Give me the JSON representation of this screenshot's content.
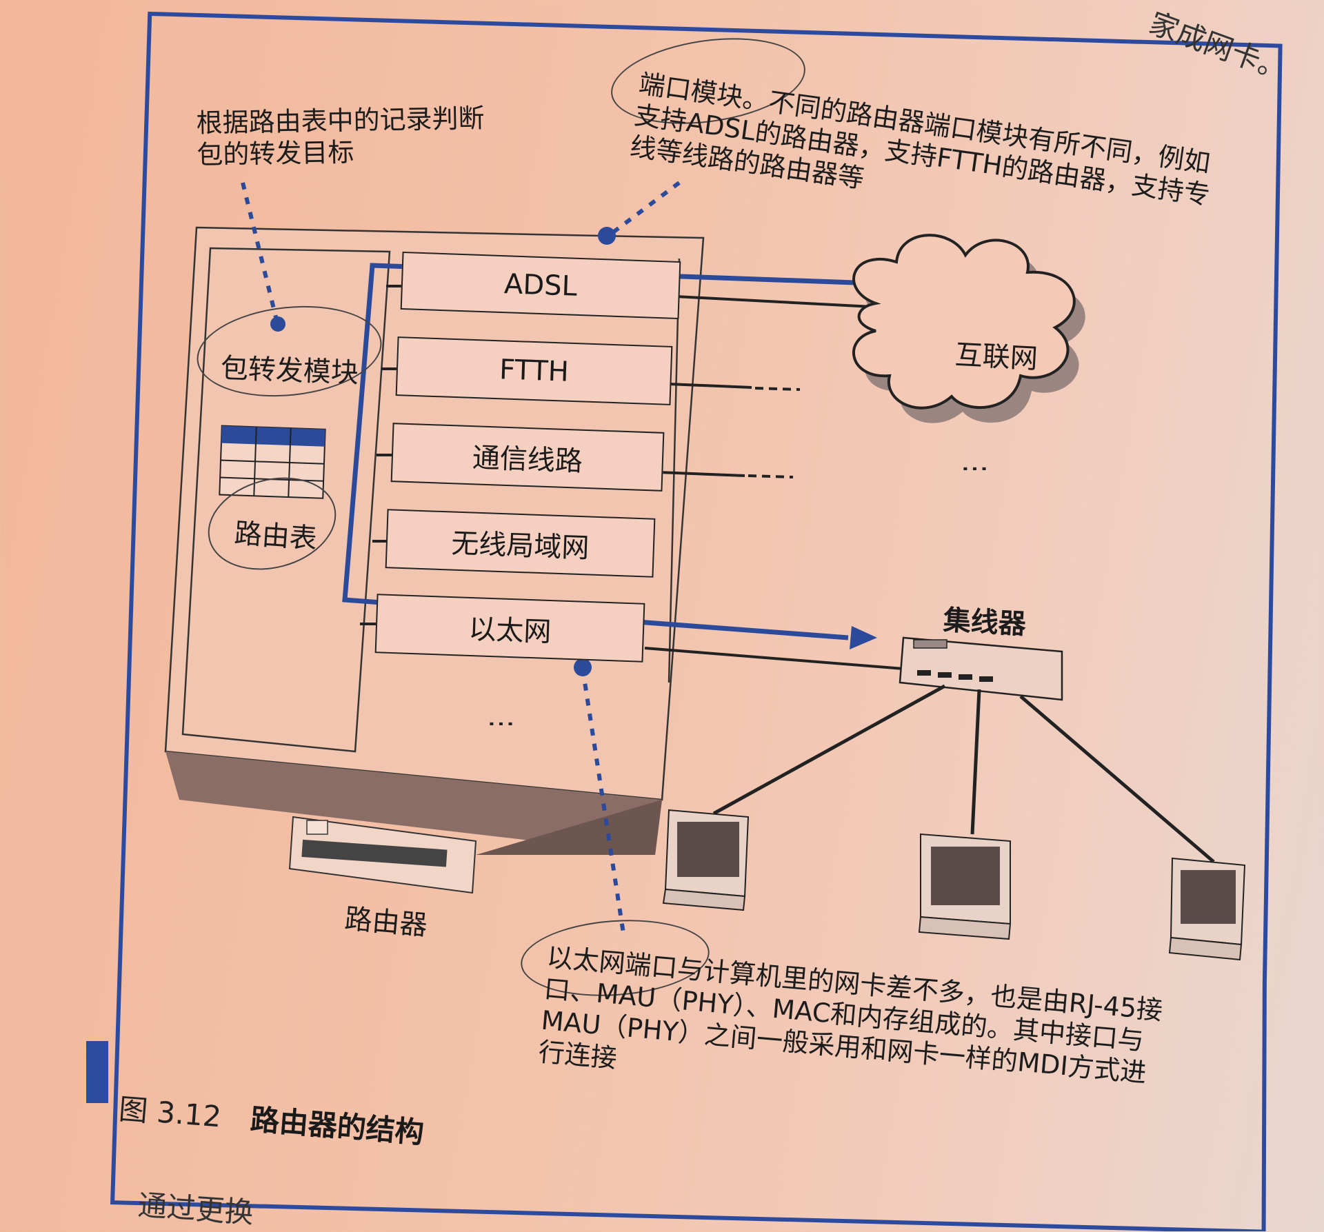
{
  "page_fragment_top_right": "家成网卡。",
  "notes": {
    "packet_forwarding": [
      "根据路由表中的记录判断",
      "包的转发目标"
    ],
    "port_module": [
      "端口模块。不同的路由器端口模块有所不同，例如",
      "支持ADSL的路由器，支持FTTH的路由器，支持专",
      "线等线路的路由器等"
    ],
    "ethernet_port": [
      "以太网端口与计算机里的网卡差不多，也是由RJ-45接",
      "口、MAU（PHY）、MAC和内存组成的。其中接口与",
      "MAU（PHY）之间一般采用和网卡一样的MDI方式进",
      "行连接"
    ]
  },
  "router": {
    "forwarding_module": "包转发模块",
    "routing_table": "路由表",
    "label": "路由器",
    "ports": [
      "ADSL",
      "FTTH",
      "通信线路",
      "无线局域网",
      "以太网"
    ],
    "more": "⋮"
  },
  "internet": "互联网",
  "hub": "集线器",
  "more_connections": "⋮",
  "caption": {
    "number": "图 3.12",
    "title": "路由器的结构"
  },
  "page_fragment_bottom": "通过更换",
  "colors": {
    "accent": "#2b4a9a",
    "frame": "#2d4b9e"
  }
}
